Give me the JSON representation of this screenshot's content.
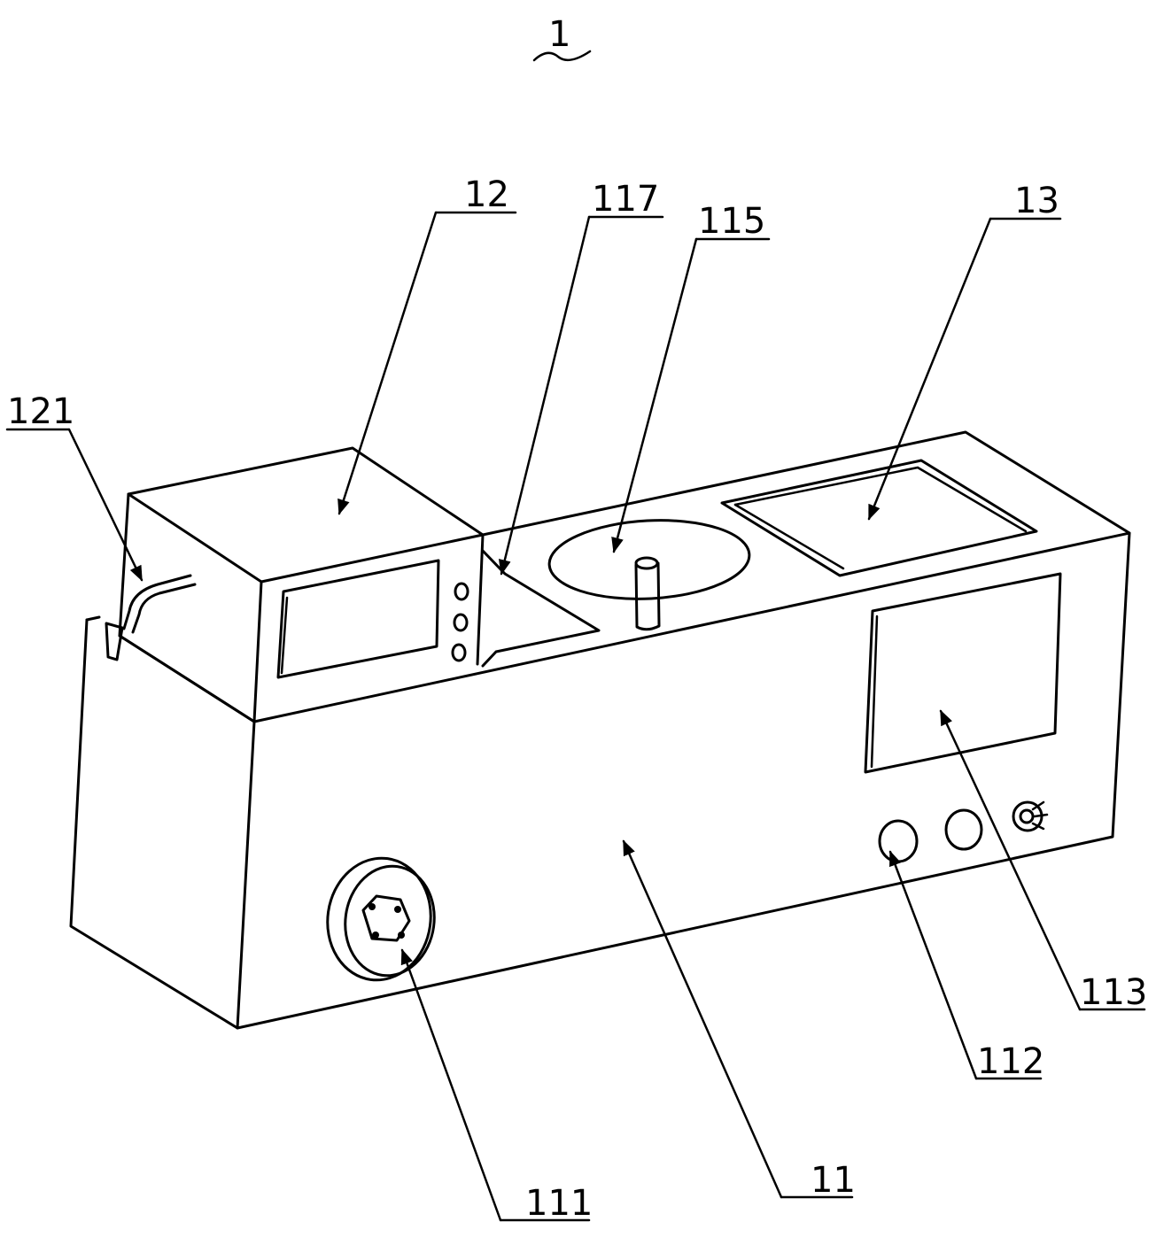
{
  "figure": {
    "number": "1",
    "labels": {
      "l12": "12",
      "l117": "117",
      "l115": "115",
      "l13": "13",
      "l121": "121",
      "l113": "113",
      "l112": "112",
      "l111": "111",
      "l11": "11"
    }
  }
}
